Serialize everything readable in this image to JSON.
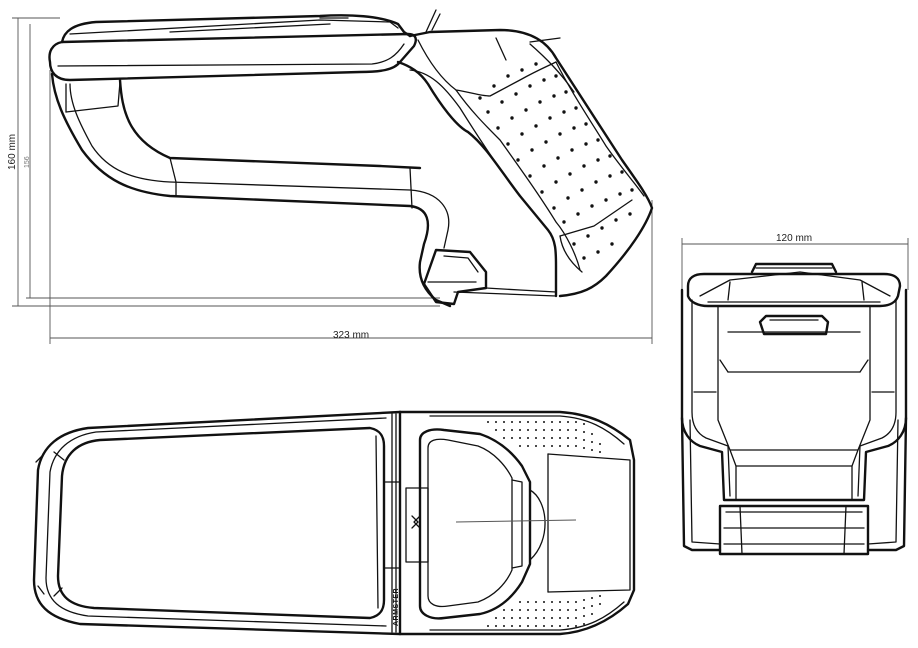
{
  "dimensions": {
    "height_main": "160 mm",
    "height_inner": "156",
    "length": "323 mm",
    "width": "120 mm"
  },
  "views": [
    {
      "id": "side",
      "label": ""
    },
    {
      "id": "top",
      "label": ""
    },
    {
      "id": "front",
      "label": ""
    }
  ],
  "logo": {
    "text": "ARMSTER"
  },
  "colors": {
    "line": "#111111",
    "dimension": "#555555",
    "background": "#ffffff"
  }
}
